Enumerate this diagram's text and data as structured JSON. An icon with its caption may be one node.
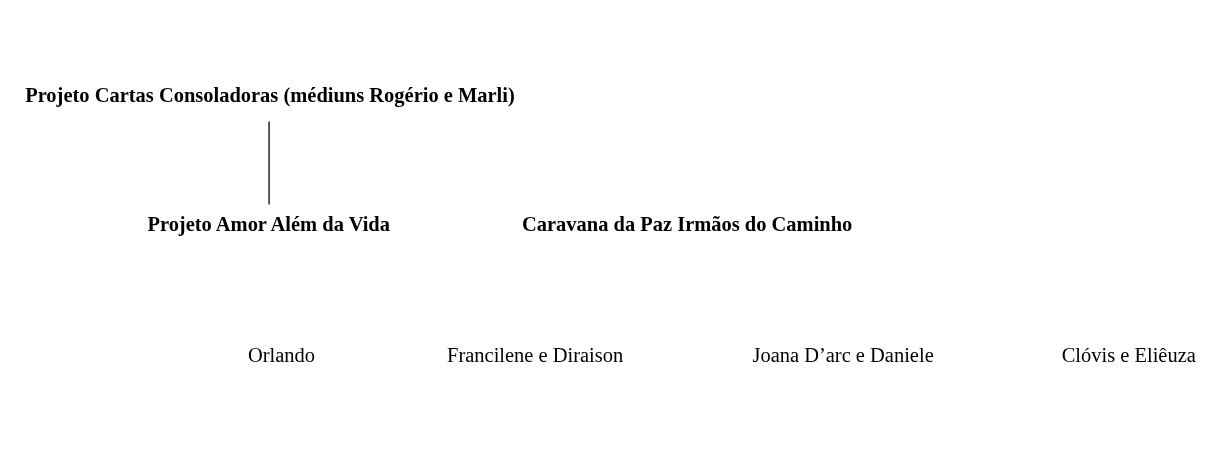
{
  "diagram": {
    "nodes": [
      {
        "text": [
          "Projeto Cartas Consoladoras (médiuns Rogério e Marli)"
        ]
      },
      {
        "text": [
          "Projeto Amor Além da Vida"
        ]
      }
    ],
    "edges": [
      {
        "from": 0,
        "to": 1,
        "arrow": "none"
      }
    ],
    "labels": [
      "Caravana da Paz Irmãos do Caminho",
      "Orlando",
      "Francilene e Diraison",
      "Joana D’arc e Daniele",
      "Clóvis e Eliêuza"
    ]
  }
}
